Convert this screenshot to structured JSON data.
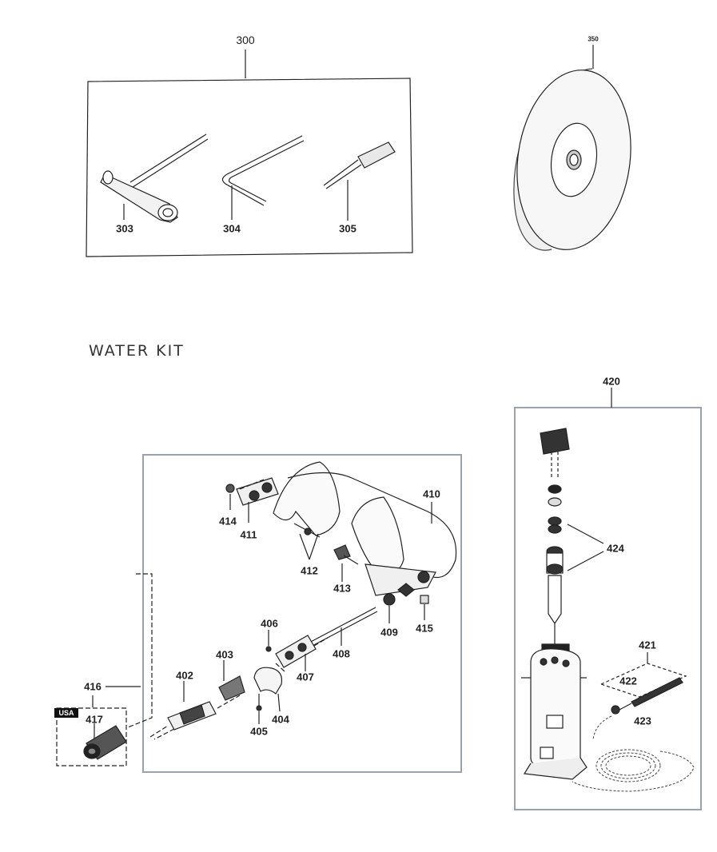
{
  "section_title": "WATER KIT",
  "badge": "USA",
  "parts": {
    "p300": "300",
    "p303": "303",
    "p304": "304",
    "p305": "305",
    "p350": "350",
    "p402": "402",
    "p403": "403",
    "p404": "404",
    "p405": "405",
    "p406": "406",
    "p407": "407",
    "p408": "408",
    "p409": "409",
    "p410": "410",
    "p411": "411",
    "p412": "412",
    "p413": "413",
    "p414": "414",
    "p415": "415",
    "p416": "416",
    "p417": "417",
    "p420": "420",
    "p421": "421",
    "p422": "422",
    "p423": "423",
    "p424": "424"
  }
}
